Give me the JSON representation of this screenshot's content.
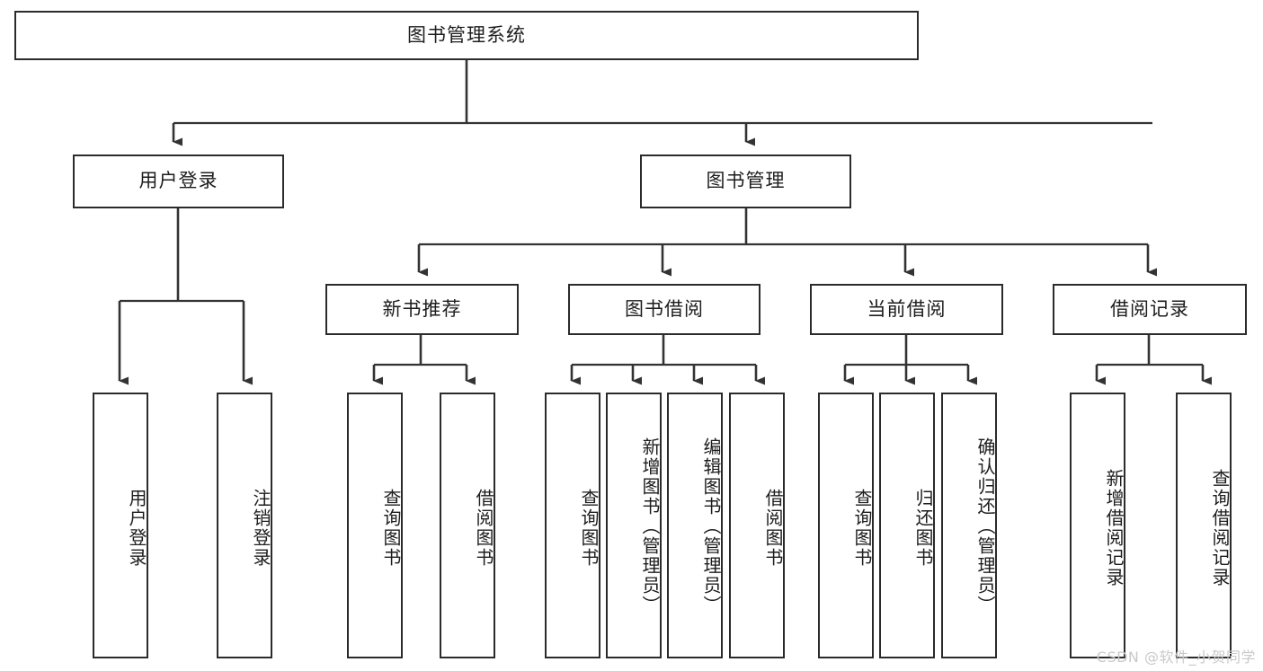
{
  "diagram": {
    "type": "tree-hierarchy",
    "title": "图书管理系统",
    "watermark": "CSDN @软件_小贺同学",
    "colors": {
      "box_border": "#2b2b2b",
      "box_fill": "#ffffff",
      "connector": "#333333",
      "text": "#1d1d1d",
      "watermark": "#c9c9c9"
    },
    "levels": {
      "root": {
        "label": "图书管理系统"
      },
      "level2": [
        {
          "label": "用户登录"
        },
        {
          "label": "图书管理"
        }
      ],
      "level3": [
        {
          "label": "新书推荐"
        },
        {
          "label": "图书借阅"
        },
        {
          "label": "当前借阅"
        },
        {
          "label": "借阅记录"
        }
      ],
      "leaves": [
        {
          "label": "用户登录",
          "parent": "用户登录"
        },
        {
          "label": "注销登录",
          "parent": "用户登录"
        },
        {
          "label": "查询图书",
          "parent": "新书推荐"
        },
        {
          "label": "借阅图书",
          "parent": "新书推荐"
        },
        {
          "label": "查询图书",
          "parent": "图书借阅"
        },
        {
          "label": "新增图书（管理员）",
          "parent": "图书借阅"
        },
        {
          "label": "编辑图书（管理员）",
          "parent": "图书借阅"
        },
        {
          "label": "借阅图书",
          "parent": "图书借阅"
        },
        {
          "label": "查询图书",
          "parent": "当前借阅"
        },
        {
          "label": "归还图书",
          "parent": "当前借阅"
        },
        {
          "label": "确认归还（管理员）",
          "parent": "当前借阅"
        },
        {
          "label": "新增借阅记录",
          "parent": "借阅记录"
        },
        {
          "label": "查询借阅记录",
          "parent": "借阅记录"
        }
      ]
    }
  }
}
